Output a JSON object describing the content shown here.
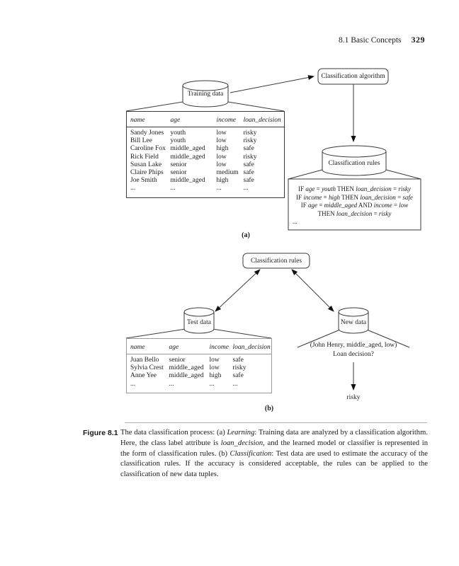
{
  "page": {
    "header": {
      "section": "8.1  Basic Concepts",
      "page_number": "329"
    },
    "figure_label": "Figure 8.1",
    "caption": "The data classification process: (a) *Learning*: Training data are analyzed by a classification algorithm. Here, the class label attribute is *loan_decision*, and the learned model or classifier is represented in the form of classification rules. (b) *Classification*: Test data are used to estimate the accuracy of the classification rules. If the accuracy is considered acceptable, the rules can be applied to the classification of new data tuples."
  },
  "colors": {
    "ink": "#1a1a1a",
    "light_table_border": "#9a9a9a"
  },
  "part_a": {
    "label": "(a)",
    "training_cylinder_label": "Training data",
    "algorithm_box_label": "Classification algorithm",
    "rules_cylinder_label": "Classification rules",
    "table": {
      "headers": [
        "name",
        "age",
        "income",
        "loan_decision"
      ],
      "rows": [
        [
          "Sandy Jones",
          "youth",
          "low",
          "risky"
        ],
        [
          "Bill Lee",
          "youth",
          "low",
          "risky"
        ],
        [
          "Caroline Fox",
          "middle_aged",
          "high",
          "safe"
        ],
        [
          "Rick Field",
          "middle_aged",
          "low",
          "risky"
        ],
        [
          "Susan Lake",
          "senior",
          "low",
          "safe"
        ],
        [
          "Claire Phips",
          "senior",
          "medium",
          "safe"
        ],
        [
          "Joe Smith",
          "middle_aged",
          "high",
          "safe"
        ],
        [
          "...",
          "...",
          "...",
          "..."
        ]
      ]
    },
    "rules_lines": [
      "IF *age* = *youth* THEN *loan_decision* = *risky*",
      "IF *income* = *high* THEN *loan_decision* = *safe*",
      "IF *age* = *middle_aged* AND *income* = *low*",
      "THEN *loan_decision* = *risky*",
      "..."
    ]
  },
  "part_b": {
    "label": "(b)",
    "rules_box_label": "Classification rules",
    "test_cylinder_label": "Test data",
    "new_cylinder_label": "New data",
    "table": {
      "headers": [
        "name",
        "age",
        "income",
        "loan_decision"
      ],
      "rows": [
        [
          "Juan Bello",
          "senior",
          "low",
          "safe"
        ],
        [
          "Sylvia Crest",
          "middle_aged",
          "low",
          "risky"
        ],
        [
          "Anne Yee",
          "middle_aged",
          "high",
          "safe"
        ],
        [
          "...",
          "...",
          "...",
          "..."
        ]
      ]
    },
    "new_tuple": "(John Henry, middle_aged, low)",
    "new_question": "Loan decision?",
    "new_result": "risky"
  }
}
